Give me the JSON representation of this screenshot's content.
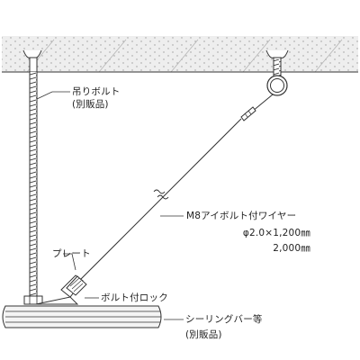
{
  "labels": {
    "hanging_bolt": "吊りボルト",
    "hanging_bolt_note": "(別販品)",
    "plate": "プレート",
    "bolt_lock": "ボルト付ロック",
    "wire_title": "M8アイボルト付ワイヤー",
    "wire_spec1": "φ2.0×1,200㎜",
    "wire_spec2": "2,000㎜",
    "ceiling_bar": "シーリングバー等",
    "ceiling_bar_note": "(別販品)"
  },
  "colors": {
    "line": "#333333",
    "ceiling_fill": "#eeeeee",
    "dots": "#9a9a9a",
    "bar_fill": "#f4f4f4"
  }
}
